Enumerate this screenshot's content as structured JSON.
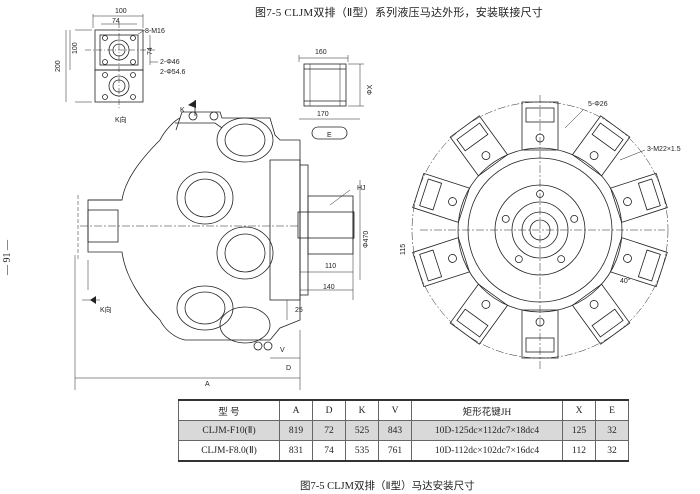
{
  "figure_title": "图7-5   CLJM双排（Ⅱ型）系列液压马达外形，安装联接尺寸",
  "page_number": "— 91 —",
  "drawing_labels": {
    "top_width": "74",
    "top_width2": "100",
    "thread": "8-M16",
    "side_100": "100",
    "side_74": "74",
    "side_200": "200",
    "hole_46": "2-Φ46",
    "hole_54": "2-Φ54.6",
    "view_k_top": "K向",
    "view_k_left": "K向",
    "k_mark": "K",
    "shaft_160": "160",
    "shaft_170": "170",
    "phi_x": "ΦX",
    "dim_e": "E",
    "hj": "HJ",
    "phi_470": "Φ470",
    "dim_110": "110",
    "dim_140": "140",
    "dim_25": "25",
    "dim_d": "D",
    "dim_v": "V",
    "dim_a": "A",
    "holes_5": "5-Φ26",
    "thread_3": "3-M22×1.5",
    "dim_115": "115",
    "angle_40": "40°"
  },
  "table": {
    "headers": [
      "型 号",
      "A",
      "D",
      "K",
      "V",
      "矩形花键JH",
      "X",
      "E"
    ],
    "rows": [
      [
        "CLJM-F10(Ⅱ)",
        "819",
        "72",
        "525",
        "843",
        "10D-125dc×112dc7×18dc4",
        "125",
        "32"
      ],
      [
        "CLJM-F8.0(Ⅱ)",
        "831",
        "74",
        "535",
        "761",
        "10D-112dc×102dc7×16dc4",
        "112",
        "32"
      ]
    ]
  },
  "table_caption": "图7-5   CLJM双排（Ⅱ型）马达安装尺寸"
}
